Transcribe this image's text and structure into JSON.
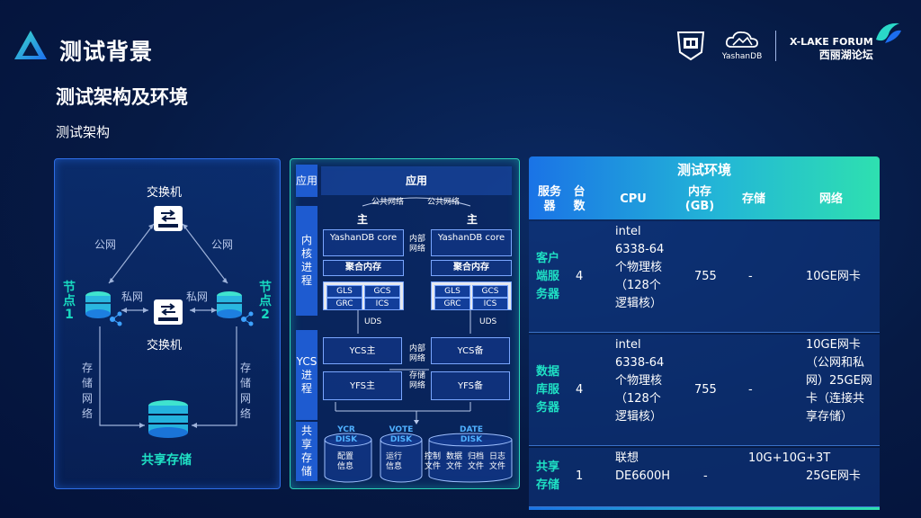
{
  "header": {
    "title": "测试背景",
    "subtitle": "测试架构及环境",
    "section_label": "测试架构"
  },
  "brands": {
    "yashan": "YashanDB",
    "forum_en": "X-LAKE FORUM",
    "forum_cn": "西丽湖论坛"
  },
  "architecture": {
    "switch_top": "交换机",
    "switch_mid": "交换机",
    "public_net": "公网",
    "private_net": "私网",
    "node1": "节点1",
    "node2": "节点2",
    "storage_net": "存储网络",
    "shared_storage": "共享存储"
  },
  "stack": {
    "band_app": "应用",
    "band_kernel": "内核进程",
    "band_ycs": "YCS进程",
    "band_shared": "共享存储",
    "app": "应用",
    "public_net": "公共网络",
    "master": "主",
    "core_title": "YashanDB core",
    "internal_net": "内部网络",
    "agg_mem": "聚合内存",
    "gls": "GLS",
    "gcs": "GCS",
    "grc": "GRC",
    "ics": "ICS",
    "uds": "UDS",
    "ycs_master": "YCS主",
    "ycs_backup": "YCS备",
    "yfs_master": "YFS主",
    "yfs_backup": "YFS备",
    "storage_net": "存储网络",
    "ycr_disk": "YCR DISK",
    "vote_disk": "VOTE DISK",
    "date_disk": "DATE DISK",
    "config_info": "配置信息",
    "run_info": "运行信息",
    "date_files": [
      "控制文件",
      "数据文件",
      "归档文件",
      "日志文件"
    ]
  },
  "env_table": {
    "title": "测试环境",
    "headers": [
      "服务器",
      "台数",
      "CPU",
      "内存(GB)",
      "存储",
      "网络"
    ],
    "rows": [
      {
        "name": "客户端服务器",
        "count": "4",
        "cpu": "intel 6338-64个物理核（128个逻辑核）",
        "mem": "755",
        "storage": "-",
        "network": "10GE网卡"
      },
      {
        "name": "数据库服务器",
        "count": "4",
        "cpu": "intel 6338-64个物理核（128个逻辑核）",
        "mem": "755",
        "storage": "-",
        "network": "10GE网卡（公网和私网）25GE网卡（连接共享存储）"
      },
      {
        "name": "共享存储",
        "count": "1",
        "cpu": "联想DE6600H",
        "mem": "-",
        "storage": "10G+10G+3T",
        "network": "25GE网卡"
      }
    ]
  },
  "colors": {
    "accent_teal": "#1fe0c4",
    "accent_blue": "#1a73e6",
    "background": "#061a44"
  }
}
